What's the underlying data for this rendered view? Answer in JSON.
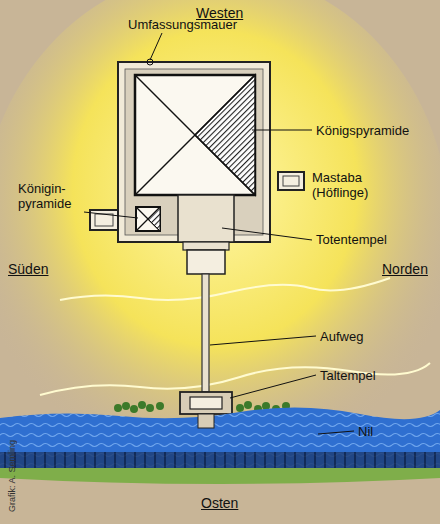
{
  "diagram": {
    "labels": [
      "Westen",
      "Umfassungsmauer",
      "Königspyramide",
      "Mastaba (Höflinge)",
      "Königin- pyramide",
      "Totentempel",
      "Süden",
      "Norden",
      "Aufweg",
      "Taltempel",
      "Nil",
      "Osten",
      "Grafik: A. Semling"
    ]
  }
}
